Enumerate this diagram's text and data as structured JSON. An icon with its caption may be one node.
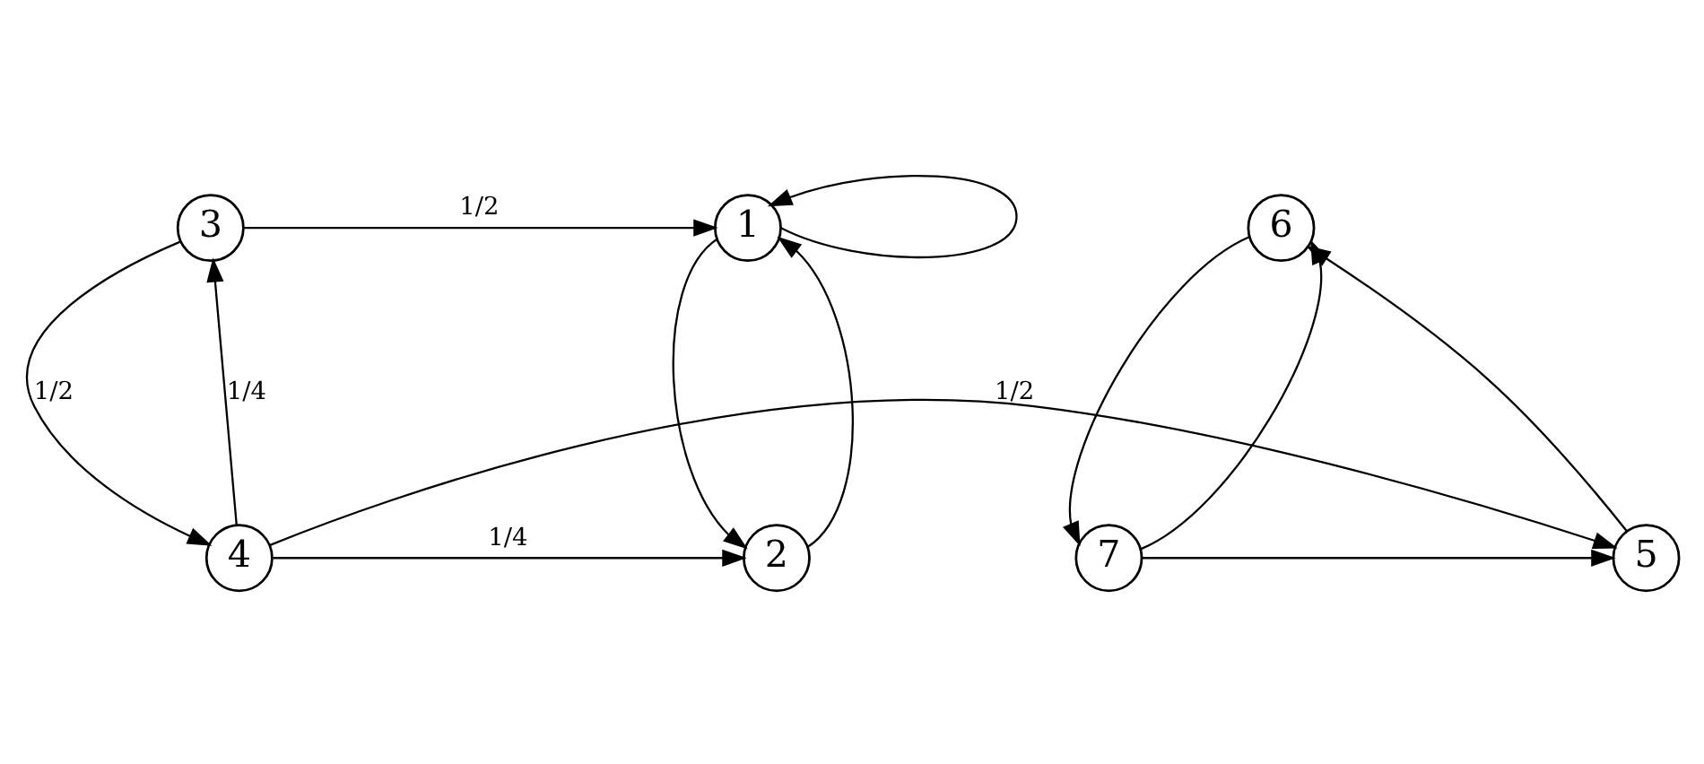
{
  "diagram": {
    "nodes": [
      {
        "text": [
          "1"
        ]
      },
      {
        "text": [
          "3"
        ]
      },
      {
        "text": [
          "6"
        ]
      },
      {
        "text": [
          "2"
        ]
      },
      {
        "text": [
          "4"
        ]
      },
      {
        "text": [
          "5"
        ]
      },
      {
        "text": [
          "7"
        ]
      }
    ],
    "edges": [
      {
        "from": 0,
        "to": 0,
        "arrow": "to"
      },
      {
        "from": 1,
        "to": 0,
        "arrow": "to",
        "label": "1/2"
      },
      {
        "from": 0,
        "to": 3,
        "arrow": "to"
      },
      {
        "from": 3,
        "to": 0,
        "arrow": "to"
      },
      {
        "from": 1,
        "to": 4,
        "arrow": "to",
        "label": "1/2"
      },
      {
        "from": 4,
        "to": 1,
        "arrow": "to",
        "label": "1/4"
      },
      {
        "from": 4,
        "to": 3,
        "arrow": "to",
        "label": "1/4"
      },
      {
        "from": 4,
        "to": 5,
        "arrow": "to",
        "label": "1/2"
      },
      {
        "from": 5,
        "to": 2,
        "arrow": "to"
      },
      {
        "from": 2,
        "to": 6,
        "arrow": "to"
      },
      {
        "from": 6,
        "to": 2,
        "arrow": "to"
      },
      {
        "from": 6,
        "to": 5,
        "arrow": "to"
      }
    ]
  }
}
